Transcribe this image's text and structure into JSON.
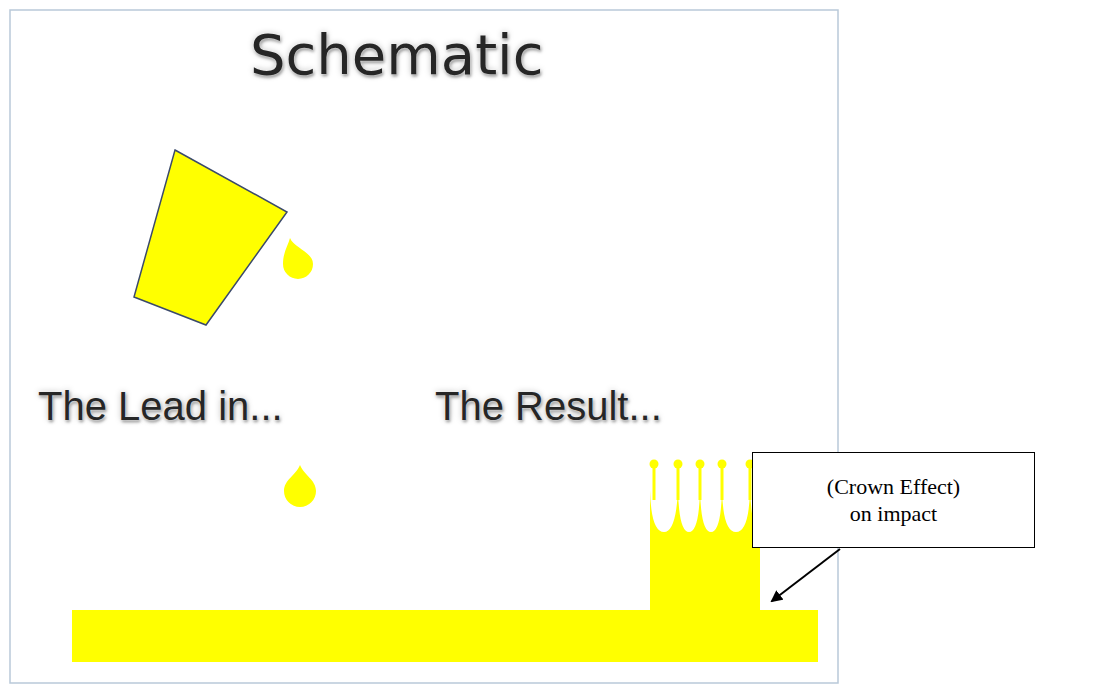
{
  "diagram": {
    "title": "Schematic",
    "nodes": [
      {
        "text": [
          "(Crown Effect) on impact"
        ]
      }
    ],
    "labels": [
      "The Lead in...",
      "The Result..."
    ]
  }
}
